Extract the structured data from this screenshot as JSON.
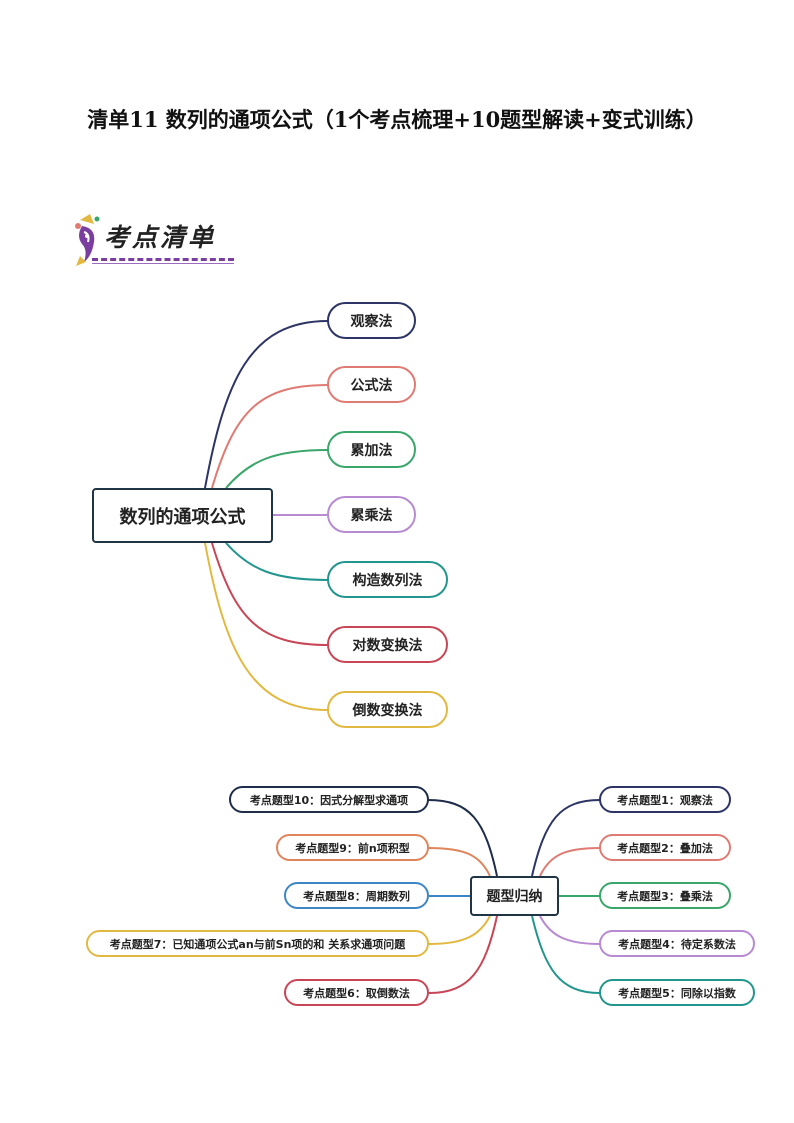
{
  "page": {
    "title": "清单11  数列的通项公式（1个考点梳理+10题型解读+变式训练）"
  },
  "banner": {
    "text": "考点清单"
  },
  "mindmap1": {
    "center": "数列的通项公式",
    "branches": [
      {
        "label": "观察法",
        "color": "#2c3566"
      },
      {
        "label": "公式法",
        "color": "#e07b74"
      },
      {
        "label": "累加法",
        "color": "#3aa66a"
      },
      {
        "label": "累乘法",
        "color": "#b78ad1"
      },
      {
        "label": "构造数列法",
        "color": "#22968e"
      },
      {
        "label": "对数变换法",
        "color": "#c84655"
      },
      {
        "label": "倒数变换法",
        "color": "#e2b940"
      }
    ]
  },
  "mindmap2": {
    "center": "题型归纳",
    "left": [
      {
        "label": "考点题型10：因式分解型求通项",
        "color": "#1f2d4a"
      },
      {
        "label": "考点题型9：前n项积型",
        "color": "#e0845c"
      },
      {
        "label": "考点题型8：周期数列",
        "color": "#3d86c6"
      },
      {
        "label": "考点题型7：已知通项公式an与前Sn项的和 关系求通项问题",
        "color": "#e2b940"
      },
      {
        "label": "考点题型6：取倒数法",
        "color": "#c84655"
      }
    ],
    "right": [
      {
        "label": "考点题型1：观察法",
        "color": "#2c3566"
      },
      {
        "label": "考点题型2：叠加法",
        "color": "#e07b74"
      },
      {
        "label": "考点题型3：叠乘法",
        "color": "#3aa66a"
      },
      {
        "label": "考点题型4：待定系数法",
        "color": "#b78ad1"
      },
      {
        "label": "考点题型5：同除以指数",
        "color": "#22968e"
      }
    ]
  }
}
